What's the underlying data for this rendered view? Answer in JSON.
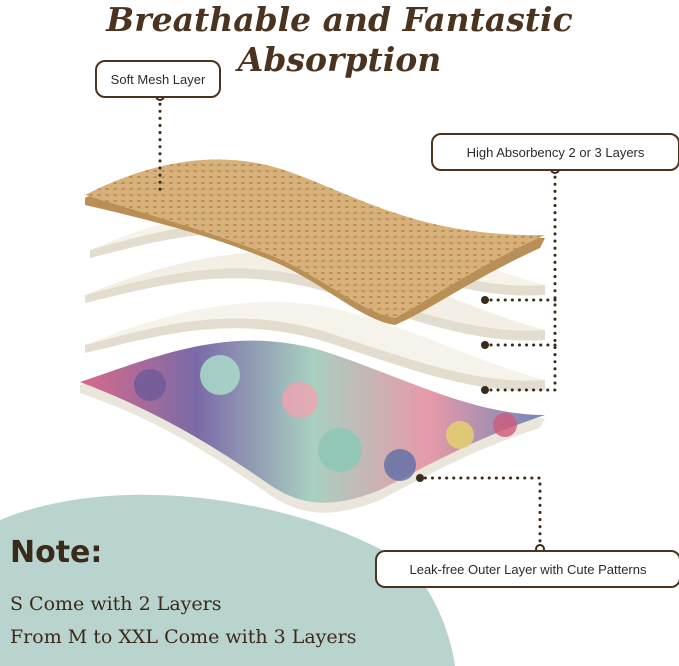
{
  "heading": "Breathable and Fantastic Absorption",
  "labels": {
    "mesh": "Soft Mesh Layer",
    "absorbency": "High Absorbency 2 or 3 Layers",
    "outer": "Leak-free Outer Layer with Cute Patterns"
  },
  "note": {
    "title": "Note:",
    "lines": [
      "S Come with 2 Layers",
      "From M to XXL Come with 3 Layers"
    ]
  },
  "colors": {
    "heading": "#4a3420",
    "mesh_layer": "#d9b27a",
    "absorbent_layer": "#f3efe4",
    "note_panel": "#b9d3cf"
  }
}
